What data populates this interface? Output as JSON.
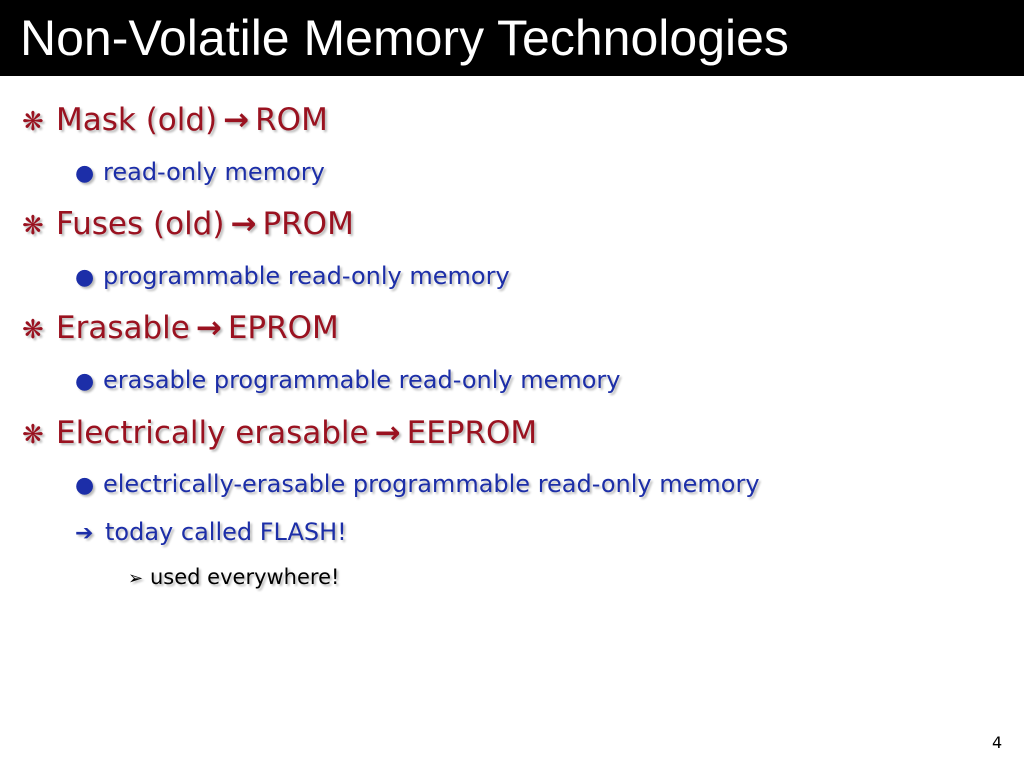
{
  "slide": {
    "title": "Non-Volatile Memory Technologies",
    "page_number": "4"
  },
  "colors": {
    "title_bar": "#000000",
    "title_text": "#ffffff",
    "level1": "#9a1220",
    "level2": "#1c2ea8",
    "level3": "#000000"
  },
  "icons": {
    "level1_bullet": "asterisk-bullet-icon",
    "level2_bullet": "dot-bullet-icon",
    "level2_arrow": "arrow-right-icon",
    "level3_bullet": "chevron-right-icon"
  },
  "glyphs": {
    "level1_bullet": "❋",
    "inline_arrow": "→",
    "level2_bullet": "●",
    "level2_arrow": "➔",
    "level3_bullet": "➢"
  },
  "bullets": {
    "mask": {
      "left": "Mask (old)",
      "right": "ROM"
    },
    "mask_sub": "read-only memory",
    "fuses": {
      "left": "Fuses (old)",
      "right": "PROM"
    },
    "fuses_sub": "programmable read-only memory",
    "erasable": {
      "left": "Erasable",
      "right": "EPROM"
    },
    "erasable_sub": "erasable programmable read-only memory",
    "electrical": {
      "left": "Electrically erasable",
      "right": "EEPROM"
    },
    "electrical_sub": "electrically-erasable programmable read-only memory",
    "flash": "today called FLASH!",
    "everywhere": "used everywhere!"
  }
}
